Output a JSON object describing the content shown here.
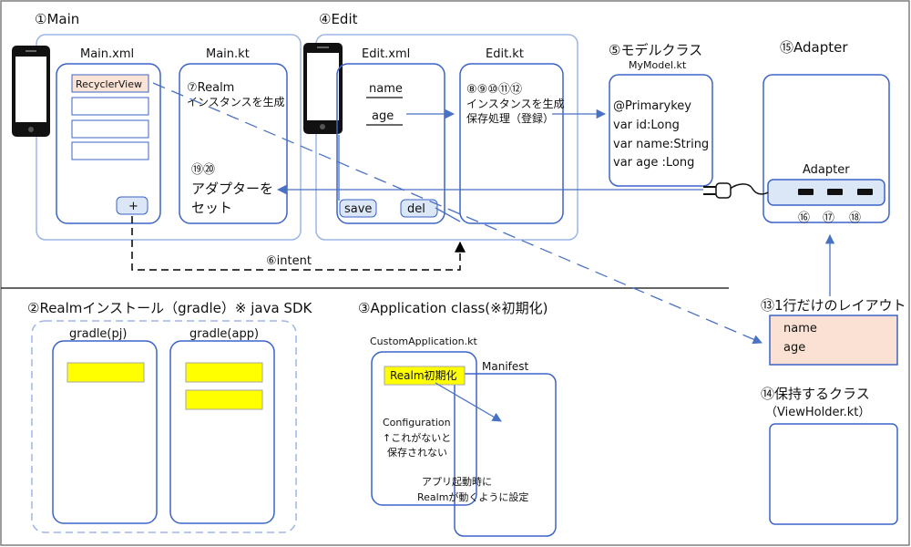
{
  "sections": {
    "main": "①Main",
    "edit": "④Edit",
    "model": "⑤モデルクラス",
    "model_file": "MyModel.kt",
    "adapter": "⑮Adapter",
    "realm_install": "②Realmインストール（gradle）※ java SDK",
    "app_class": "③Application class(※初期化)",
    "row_layout": "⑬1行だけのレイアウト",
    "holder": "⑭保持するクラス",
    "holder_file": "（ViewHolder.kt）"
  },
  "main": {
    "xml_title": "Main.xml",
    "kt_title": "Main.kt",
    "recycler": "RecyclerView",
    "plus": "+",
    "kt_step1_num": "⑦Realm",
    "kt_step1_text": "インスタンスを生成",
    "kt_step2_num": "⑲⑳",
    "kt_step2_line1": "アダプターを",
    "kt_step2_line2": "セット"
  },
  "edit": {
    "xml_title": "Edit.xml",
    "kt_title": "Edit.kt",
    "name": "name",
    "age": "age",
    "save": "save",
    "del": "del",
    "kt_steps": "⑧⑨⑩⑪⑫",
    "kt_line1": "インスタンスを生成",
    "kt_line2": "保存処理（登録）"
  },
  "intent_label": "⑥intent",
  "model": {
    "lines": [
      "@Primarykey",
      "var id:Long",
      "var name:String",
      "var age :Long"
    ]
  },
  "adapter": {
    "title": "Adapter",
    "ports": [
      "⑯",
      "⑰",
      "⑱"
    ]
  },
  "row": {
    "fields": [
      "name",
      "age"
    ]
  },
  "gradle": {
    "pj": "gradle(pj)",
    "app": "gradle(app)"
  },
  "app": {
    "file": "CustomApplication.kt",
    "init": "Realm初期化",
    "manifest": "Manifest",
    "config1": "Configuration",
    "config2": "↑これがないと",
    "config3": "保存されない",
    "startup1": "アプリ起動時に",
    "startup2": "Realmが動くように設定"
  },
  "colors": {
    "frame_blue": "#3b63c8",
    "light_blue": "#9db5e6",
    "yellow": "#ffff00",
    "peach": "#fbe1d3",
    "recycler_fill": "#fbe4d5",
    "plug_fill": "#dbe6f7"
  }
}
